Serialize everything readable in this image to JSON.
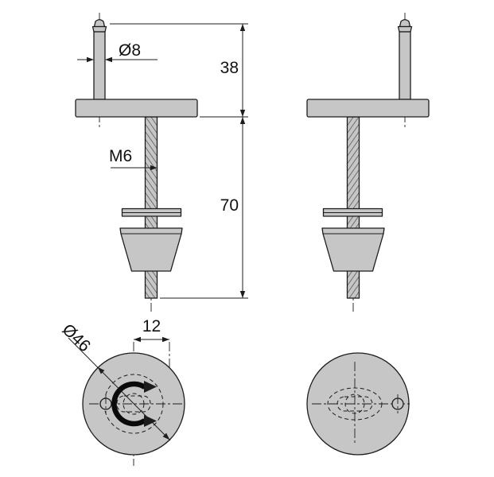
{
  "drawing": {
    "labels": {
      "pin_diameter": "Ø8",
      "pin_height": "38",
      "thread_size": "M6",
      "total_length": "70",
      "base_diameter": "Ø46",
      "offset_width": "12"
    },
    "colors": {
      "part_fill": "#c6c6c6",
      "line": "#1c1c1c",
      "background": "#ffffff"
    }
  }
}
